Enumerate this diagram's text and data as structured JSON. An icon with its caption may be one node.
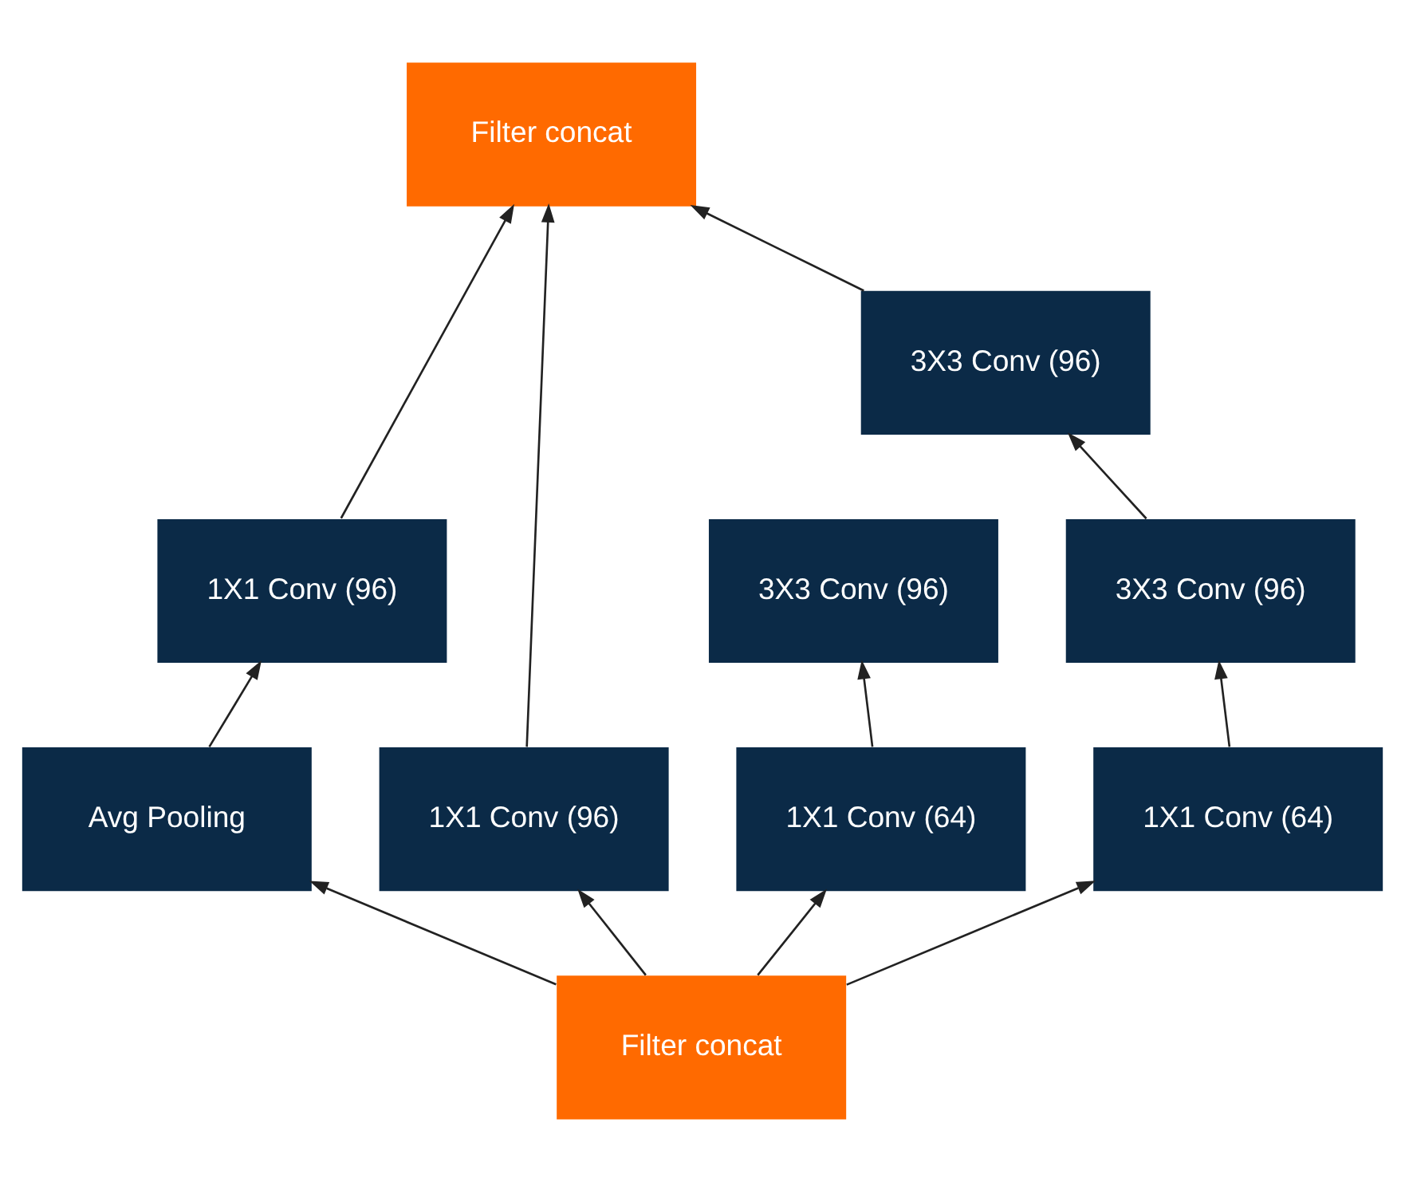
{
  "diagram": {
    "nodes": [
      {
        "text": [
          "Filter concat"
        ]
      },
      {
        "text": [
          "3X3 Conv (96)"
        ]
      },
      {
        "text": [
          "1X1 Conv (96)"
        ]
      },
      {
        "text": [
          "3X3 Conv (96)"
        ]
      },
      {
        "text": [
          "3X3 Conv (96)"
        ]
      },
      {
        "text": [
          "Avg Pooling"
        ]
      },
      {
        "text": [
          "1X1 Conv (96)"
        ]
      },
      {
        "text": [
          "1X1 Conv (64)"
        ]
      },
      {
        "text": [
          "1X1 Conv (64)"
        ]
      },
      {
        "text": [
          "Filter concat"
        ]
      }
    ],
    "edges": [
      {
        "from": 9,
        "to": 5,
        "arrow": "to"
      },
      {
        "from": 9,
        "to": 6,
        "arrow": "to"
      },
      {
        "from": 9,
        "to": 7,
        "arrow": "to"
      },
      {
        "from": 9,
        "to": 8,
        "arrow": "to"
      },
      {
        "from": 5,
        "to": 2,
        "arrow": "to"
      },
      {
        "from": 7,
        "to": 3,
        "arrow": "to"
      },
      {
        "from": 8,
        "to": 4,
        "arrow": "to"
      },
      {
        "from": 4,
        "to": 1,
        "arrow": "to"
      },
      {
        "from": 2,
        "to": 0,
        "arrow": "to"
      },
      {
        "from": 6,
        "to": 0,
        "arrow": "to"
      },
      {
        "from": 1,
        "to": 0,
        "arrow": "to"
      }
    ]
  }
}
